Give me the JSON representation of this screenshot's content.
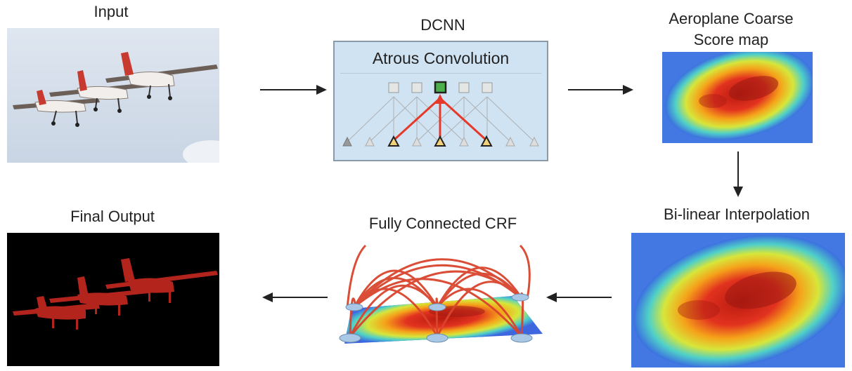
{
  "stages": {
    "input": {
      "title": "Input"
    },
    "dcnn": {
      "title": "DCNN",
      "inner_title": "Atrous Convolution"
    },
    "score": {
      "title_line1": "Aeroplane Coarse",
      "title_line2": "Score map"
    },
    "bilinear": {
      "title": "Bi-linear Interpolation"
    },
    "crf": {
      "title": "Fully Connected CRF"
    },
    "output": {
      "title": "Final Output"
    }
  },
  "flow": [
    "input",
    "dcnn",
    "score",
    "bilinear",
    "crf",
    "output"
  ],
  "colors": {
    "dcnn_box_fill": "#cfe3f3",
    "dcnn_box_border": "#8a9aa8",
    "highlight_red": "#e53a2b",
    "output_bg": "#000000",
    "output_plane": "#b3241c",
    "sky": "#d9e2ee"
  }
}
